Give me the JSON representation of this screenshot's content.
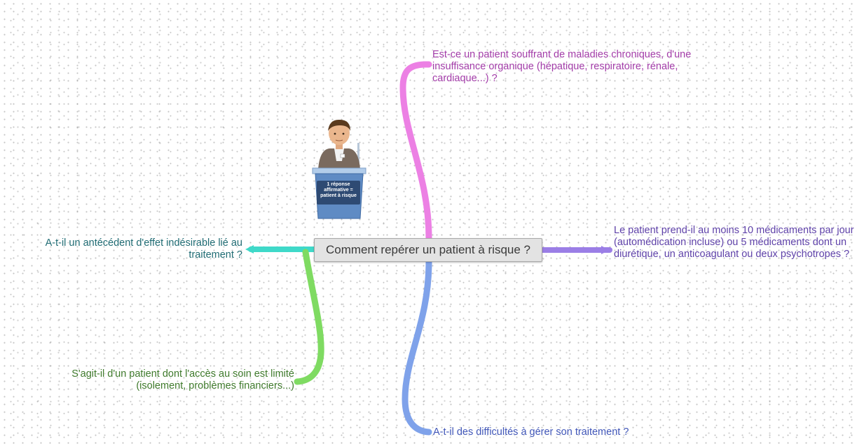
{
  "central": {
    "text": "Comment repérer un patient à risque ?"
  },
  "branches": {
    "chronic": {
      "text": "Est-ce un patient souffrant de maladies chroniques, d'une insuffisance organique (hépatique, respiratoire, rénale, cardiaque...) ?",
      "color": "#ec80e4"
    },
    "medications": {
      "text": "Le patient prend-il au moins 10 médicaments par jour (automédication incluse) ou 5 médicaments dont un diurétique, un anticoagulant ou deux psychotropes ?",
      "color": "#9b7ee6"
    },
    "difficulties": {
      "text": "A-t-il des difficultés à gérer son traitement ?",
      "color": "#7fa2ea"
    },
    "side_effect": {
      "text": "A-t-il un antécédent d'effet indésirable lié au traitement ?",
      "color": "#3fd9c9"
    },
    "access_care": {
      "text": "S'agit-il d'un patient dont l'accès au soin est limité (isolement, problèmes financiers...)",
      "color": "#7fdb62"
    }
  },
  "illustration": {
    "sign_text": "1 réponse affirmative = patient à risque",
    "icon": "speaker-at-podium"
  }
}
